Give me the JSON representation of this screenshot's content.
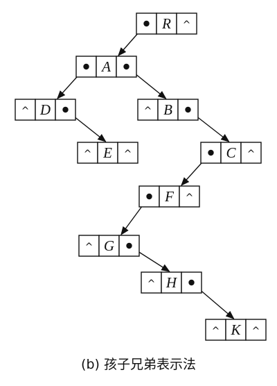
{
  "caption": "(b) 孩子兄弟表示法",
  "null_symbol": "^",
  "nodes": [
    {
      "id": "R",
      "label": "R",
      "first_child": "A",
      "next_sibling": null
    },
    {
      "id": "A",
      "label": "A",
      "first_child": "D",
      "next_sibling": "B"
    },
    {
      "id": "D",
      "label": "D",
      "first_child": null,
      "next_sibling": "E"
    },
    {
      "id": "E",
      "label": "E",
      "first_child": null,
      "next_sibling": null
    },
    {
      "id": "B",
      "label": "B",
      "first_child": null,
      "next_sibling": "C"
    },
    {
      "id": "C",
      "label": "C",
      "first_child": "F",
      "next_sibling": null
    },
    {
      "id": "F",
      "label": "F",
      "first_child": "G",
      "next_sibling": null
    },
    {
      "id": "G",
      "label": "G",
      "first_child": null,
      "next_sibling": "H"
    },
    {
      "id": "H",
      "label": "H",
      "first_child": null,
      "next_sibling": "K"
    },
    {
      "id": "K",
      "label": "K",
      "first_child": null,
      "next_sibling": null
    }
  ]
}
